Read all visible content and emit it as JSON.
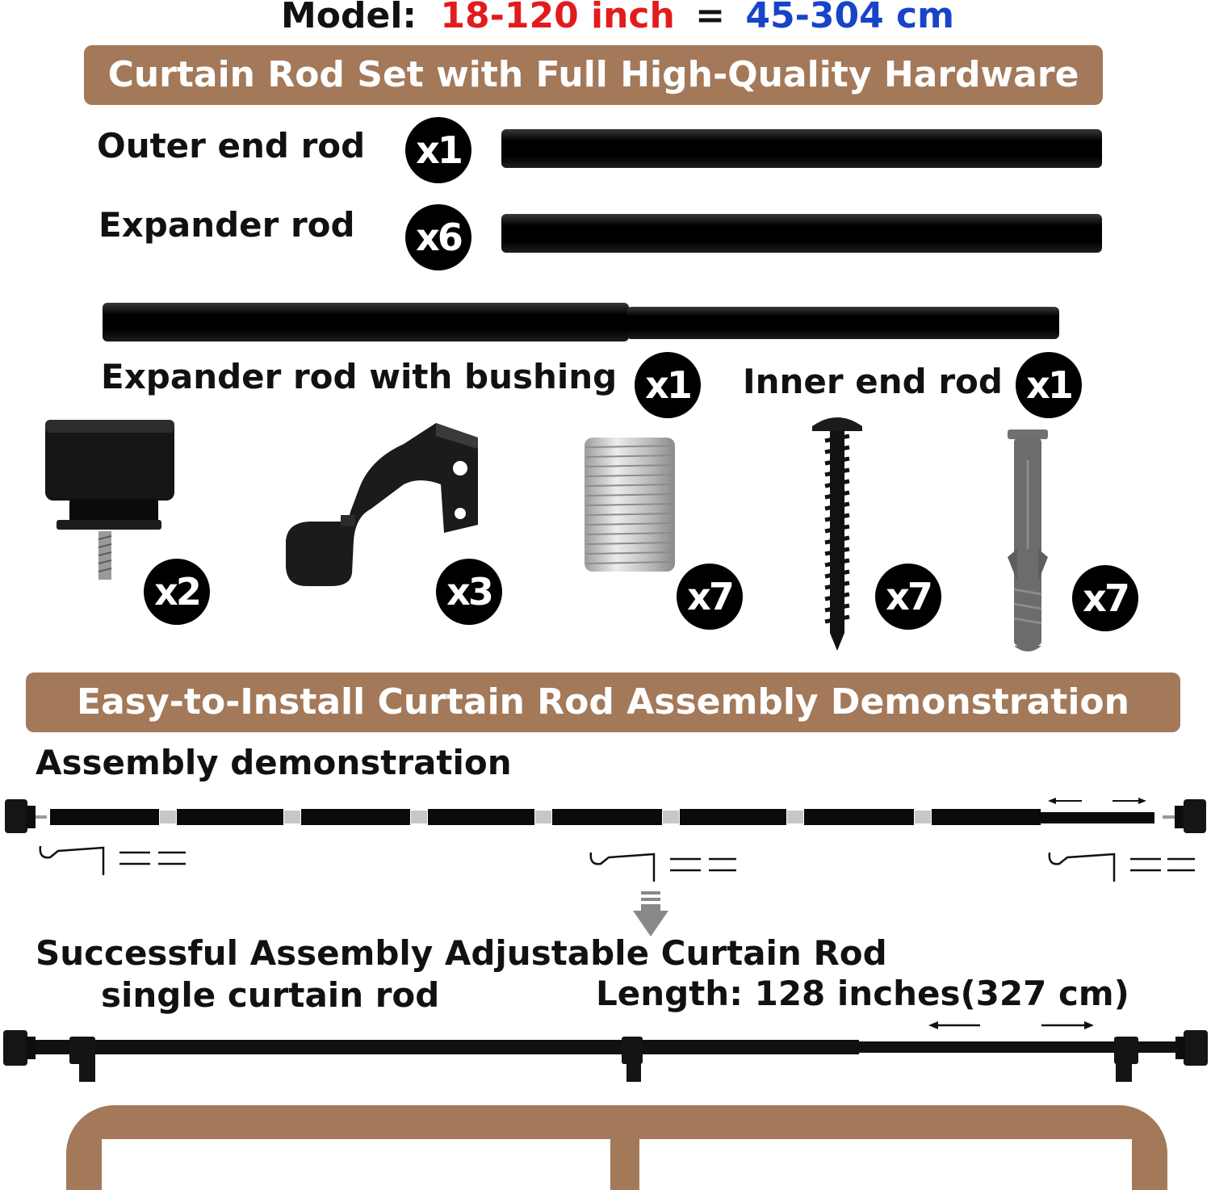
{
  "header": {
    "model_label": "Model:",
    "model_inch": "18-120 inch",
    "equals": "=",
    "model_cm": "45-304 cm",
    "colors": {
      "inch": "#e21c1c",
      "cm": "#1744c9",
      "banner": "#a3795a"
    }
  },
  "banner_top": "Curtain Rod Set with Full High-Quality Hardware",
  "parts": {
    "outer_end_rod": {
      "label": "Outer end rod",
      "qty": "x1"
    },
    "expander_rod": {
      "label": "Expander rod",
      "qty": "x6"
    },
    "expander_rod_bushing": {
      "label": "Expander rod with bushing",
      "qty": "x1"
    },
    "inner_end_rod": {
      "label": "Inner end rod",
      "qty": "x1"
    }
  },
  "hardware": [
    {
      "name": "finial",
      "qty": "x2"
    },
    {
      "name": "bracket",
      "qty": "x3"
    },
    {
      "name": "bushing",
      "qty": "x7"
    },
    {
      "name": "screw",
      "qty": "x7"
    },
    {
      "name": "wall-anchor",
      "qty": "x7"
    }
  ],
  "banner_bottom": "Easy-to-Install Curtain Rod Assembly Demonstration",
  "assembly": {
    "title": "Assembly demonstration",
    "success_title": "Successful Assembly Adjustable Curtain Rod",
    "subtitle": "single curtain rod",
    "length": "Length: 128 inches(327 cm)"
  }
}
